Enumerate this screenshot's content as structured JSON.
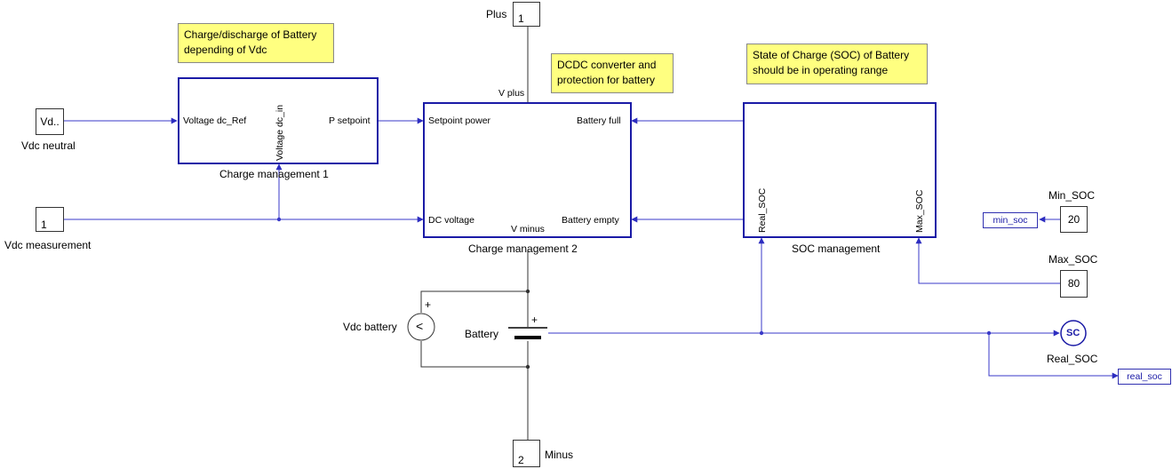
{
  "notes": {
    "charge_discharge": "Charge/discharge of Battery\ndepending of Vdc",
    "dcdc": "DCDC converter and\nprotection for battery",
    "soc": "State of Charge (SOC) of Battery\nshould be in operating range"
  },
  "blocks": {
    "charge_mgmt_1": {
      "caption": "Charge management 1",
      "in_voltage": "Voltage dc_Ref",
      "in_vertical": "Voltage dc_in",
      "out_p": "P setpoint"
    },
    "charge_mgmt_2": {
      "caption": "Charge management 2",
      "setpoint": "Setpoint power",
      "dc_voltage": "DC voltage",
      "v_plus": "V plus",
      "v_minus": "V minus",
      "battery_full": "Battery full",
      "battery_empty": "Battery empty"
    },
    "soc_mgmt": {
      "caption": "SOC management",
      "real_soc": "Real_SOC",
      "max_soc": "Max_SOC"
    }
  },
  "sources": {
    "vdc_neutral": {
      "text": "Vd..",
      "label": "Vdc neutral"
    },
    "vdc_measurement": {
      "text": "1",
      "label": "Vdc measurement"
    },
    "min_soc": {
      "value": "20",
      "label": "Min_SOC",
      "tag": "min_soc"
    },
    "max_soc": {
      "value": "80",
      "label": "Max_SOC"
    }
  },
  "terminals": {
    "plus": {
      "num": "1",
      "label": "Plus"
    },
    "minus": {
      "num": "2",
      "label": "Minus"
    }
  },
  "components": {
    "vdc_battery": {
      "label": "Vdc battery",
      "symbol": "<",
      "plus": "+"
    },
    "battery": {
      "label": "Battery",
      "plus": "+"
    },
    "sc_meter": {
      "symbol": "SC",
      "label": "Real_SOC",
      "tag": "real_soc"
    }
  },
  "colors": {
    "wire_signal": "#3a3ac8",
    "wire_power": "#333333",
    "block_border": "#1a1aa6",
    "note_bg": "#ffff80"
  }
}
